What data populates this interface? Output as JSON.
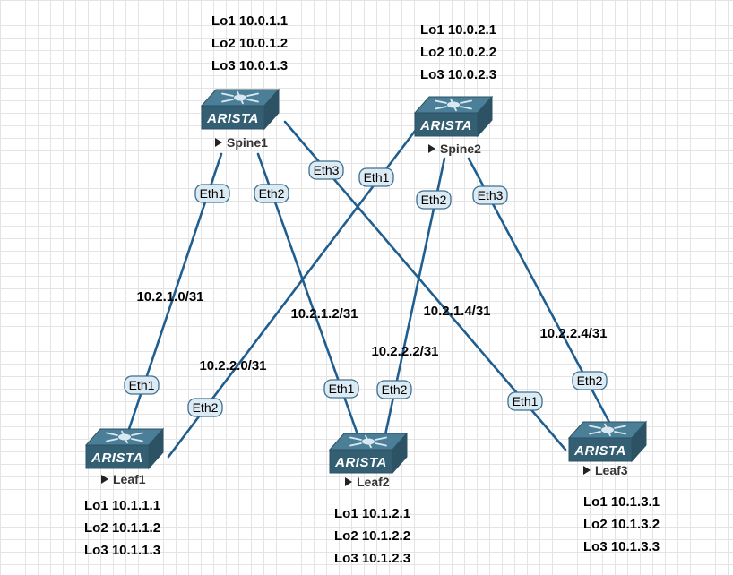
{
  "devices": [
    {
      "name": "Spine1",
      "vendor": "ARISTA",
      "loopbacks": [
        "Lo1 10.0.1.1",
        "Lo2 10.0.1.2",
        "Lo3 10.0.1.3"
      ]
    },
    {
      "name": "Spine2",
      "vendor": "ARISTA",
      "loopbacks": [
        "Lo1 10.0.2.1",
        "Lo2 10.0.2.2",
        "Lo3 10.0.2.3"
      ]
    },
    {
      "name": "Leaf1",
      "vendor": "ARISTA",
      "loopbacks": [
        "Lo1 10.1.1.1",
        "Lo2 10.1.1.2",
        "Lo3 10.1.1.3"
      ]
    },
    {
      "name": "Leaf2",
      "vendor": "ARISTA",
      "loopbacks": [
        "Lo1 10.1.2.1",
        "Lo2 10.1.2.2",
        "Lo3 10.1.2.3"
      ]
    },
    {
      "name": "Leaf3",
      "vendor": "ARISTA",
      "loopbacks": [
        "Lo1 10.1.3.1",
        "Lo2 10.1.3.2",
        "Lo3 10.1.3.3"
      ]
    }
  ],
  "links": [
    {
      "a": "Spine1",
      "a_port": "Eth1",
      "b": "Leaf1",
      "b_port": "Eth1",
      "subnet": "10.2.1.0/31"
    },
    {
      "a": "Spine1",
      "a_port": "Eth2",
      "b": "Leaf2",
      "b_port": "Eth1",
      "subnet": "10.2.1.2/31"
    },
    {
      "a": "Spine1",
      "a_port": "Eth3",
      "b": "Leaf3",
      "b_port": "Eth1",
      "subnet": "10.2.1.4/31"
    },
    {
      "a": "Spine2",
      "a_port": "Eth1",
      "b": "Leaf1",
      "b_port": "Eth2",
      "subnet": "10.2.2.0/31"
    },
    {
      "a": "Spine2",
      "a_port": "Eth2",
      "b": "Leaf2",
      "b_port": "Eth2",
      "subnet": "10.2.2.2/31"
    },
    {
      "a": "Spine2",
      "a_port": "Eth3",
      "b": "Leaf3",
      "b_port": "Eth2",
      "subnet": "10.2.2.4/31"
    }
  ],
  "colors": {
    "link": "#1f5e8e",
    "device_dark": "#2c5264",
    "device_top": "#4a7f97",
    "device_face": "#345f73",
    "port_label_bg": "#dceaf4",
    "port_label_border": "#3d6f8e",
    "text": "#000000"
  },
  "icons": {
    "device": "network-switch-icon",
    "device_label_marker": "play-arrow-icon"
  }
}
